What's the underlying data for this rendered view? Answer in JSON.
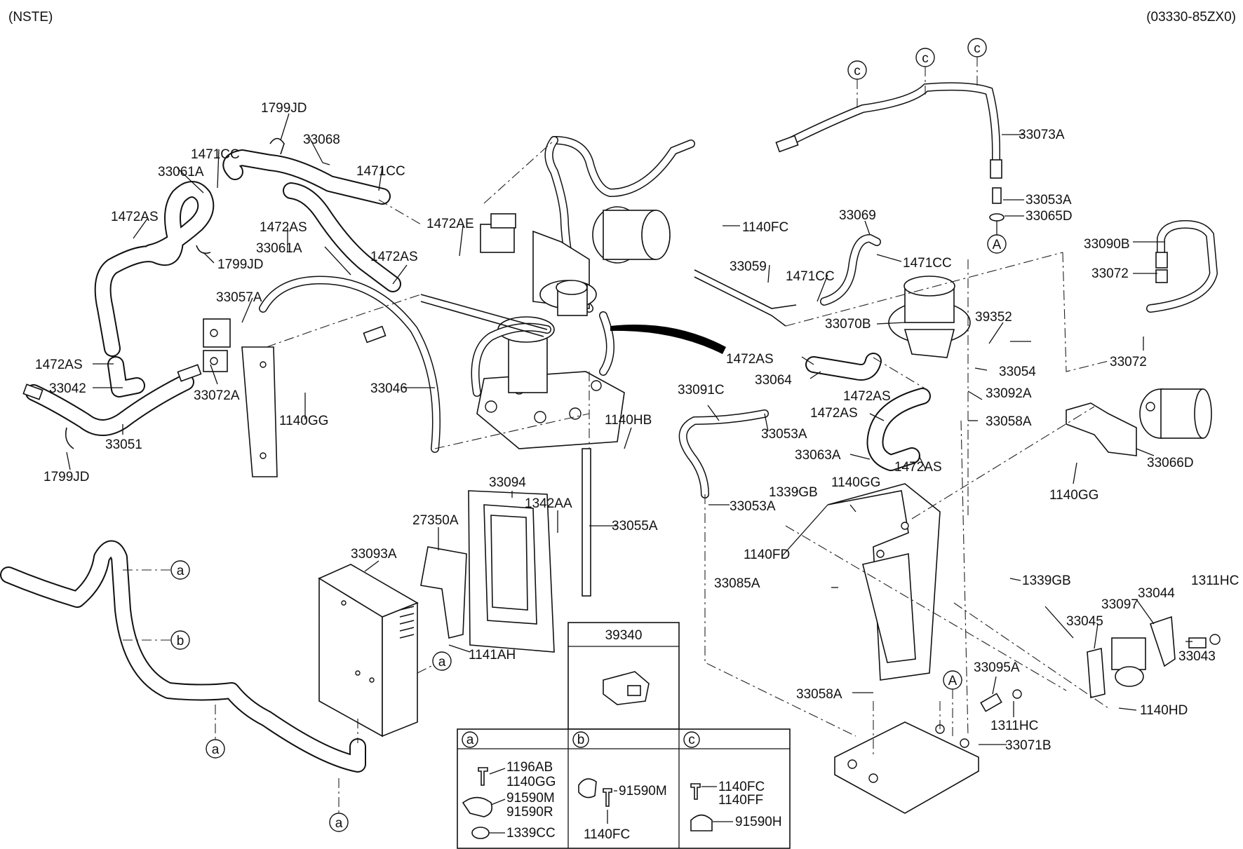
{
  "header": {
    "left_code": "(NSTE)",
    "right_code": "(03330-85ZX0)"
  },
  "callouts": {
    "a": "a",
    "b": "b",
    "c": "c",
    "A": "A"
  },
  "parts": [
    "1799JD",
    "33068",
    "1471CC",
    "33061A",
    "1471CC",
    "1472AS",
    "1472AS",
    "33061A",
    "1472AE",
    "1472AS",
    "1799JD",
    "33057A",
    "1472AS",
    "33042",
    "33072A",
    "33046",
    "1140GG",
    "33051",
    "1799JD",
    "1140HB",
    "33094",
    "1342AA",
    "27350A",
    "33055A",
    "33093A",
    "1141AH",
    "39340",
    "33073A",
    "33053A",
    "33065D",
    "1140FC",
    "33069",
    "33059",
    "1471CC",
    "1471CC",
    "33090B",
    "33072",
    "33070B",
    "39352",
    "1472AS",
    "33064",
    "33054",
    "33072",
    "33091C",
    "1472AS",
    "33092A",
    "1472AS",
    "33058A",
    "33053A",
    "33063A",
    "1472AS",
    "33066D",
    "1140GG",
    "1339GB",
    "33053A",
    "1140FD",
    "33085A",
    "1339GB",
    "1311HC",
    "33097",
    "33044",
    "33045",
    "33043",
    "33095A",
    "1140HD",
    "1311HC",
    "33058A",
    "33071B"
  ],
  "legend": {
    "a": {
      "key": "a",
      "items": [
        "1196AB",
        "1140GG",
        "91590M",
        "91590R",
        "1339CC"
      ]
    },
    "b": {
      "key": "b",
      "items": [
        "91590M",
        "1140FC"
      ]
    },
    "c": {
      "key": "c",
      "items": [
        "1140FC",
        "1140FF",
        "91590H"
      ]
    }
  }
}
